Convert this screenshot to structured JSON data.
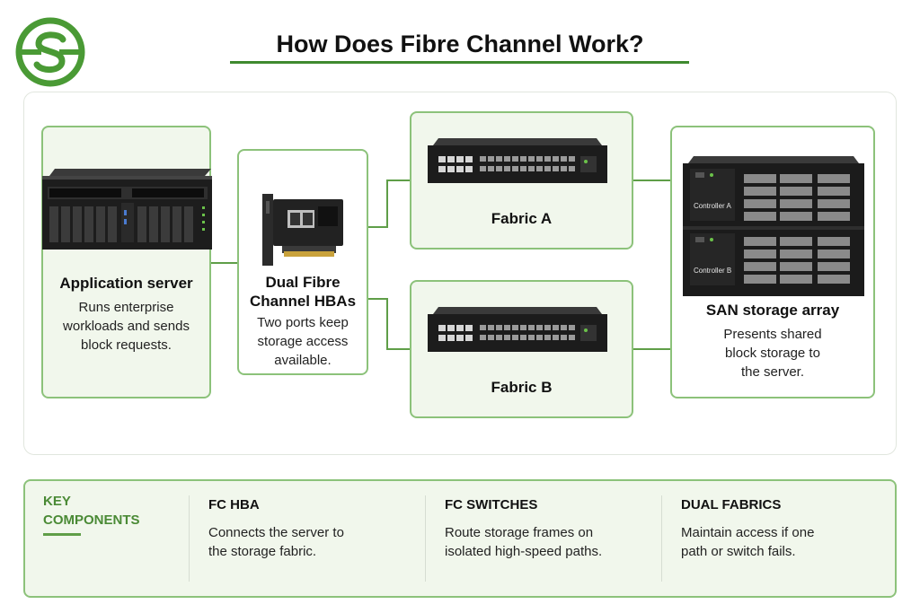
{
  "title": "How Does Fibre Channel Work?",
  "brand_color": "#4a9a35",
  "nodes": {
    "server": {
      "title": "Application server",
      "desc": [
        "Runs enterprise",
        "workloads and sends",
        "block requests."
      ]
    },
    "hba": {
      "title": [
        "Dual Fibre",
        "Channel HBAs"
      ],
      "desc": [
        "Two ports keep",
        "storage access",
        "available."
      ]
    },
    "fabric_a": {
      "title": "Fabric A"
    },
    "fabric_b": {
      "title": "Fabric B"
    },
    "san": {
      "title": "SAN storage array",
      "desc": [
        "Presents shared",
        "block storage to",
        "the server."
      ],
      "controller_a": "Controller A",
      "controller_b": "Controller B"
    }
  },
  "key": {
    "heading": [
      "KEY",
      "COMPONENTS"
    ],
    "items": [
      {
        "title": "FC HBA",
        "text": [
          "Connects the server to",
          "the storage fabric."
        ]
      },
      {
        "title": "FC SWITCHES",
        "text": [
          "Route storage frames on",
          "isolated high-speed paths."
        ]
      },
      {
        "title": "DUAL FABRICS",
        "text": [
          "Maintain access if one",
          "path or switch fails."
        ]
      }
    ]
  }
}
